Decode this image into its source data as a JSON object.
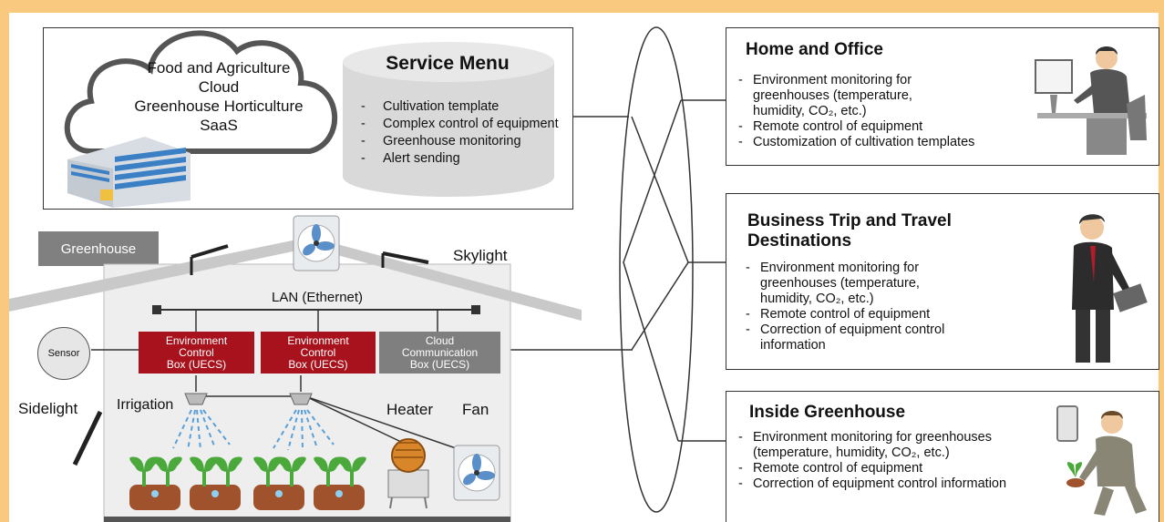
{
  "cloud": {
    "title": "Food and Agriculture\nCloud\nGreenhouse Horticulture\nSaaS"
  },
  "service_menu": {
    "title": "Service Menu",
    "items": [
      "Cultivation template",
      "Complex control of equipment",
      "Greenhouse monitoring",
      "Alert sending"
    ]
  },
  "greenhouse": {
    "label": "Greenhouse",
    "skylight": "Skylight",
    "sidelight": "Sidelight",
    "lan": "LAN (Ethernet)",
    "sensor": "Sensor",
    "irrigation": "Irrigation",
    "heater": "Heater",
    "fan": "Fan",
    "boxes": [
      {
        "label": "Environment\nControl\nBox (UECS)",
        "color": "#a8121c"
      },
      {
        "label": "Environment\nControl\nBox (UECS)",
        "color": "#a8121c"
      },
      {
        "label": "Cloud\nCommunication\nBox (UECS)",
        "color": "#7f7f7f"
      }
    ]
  },
  "destinations": [
    {
      "title": "Home and Office",
      "items": [
        "Environment monitoring for greenhouses (temperature, humidity, CO₂, etc.)",
        "Remote control of equipment",
        "Customization of cultivation templates"
      ]
    },
    {
      "title": "Business Trip and Travel Destinations",
      "items": [
        "Environment monitoring for greenhouses (temperature, humidity, CO₂, etc.)",
        "Remote control of equipment",
        "Correction of equipment control information"
      ]
    },
    {
      "title": "Inside Greenhouse",
      "items": [
        "Environment monitoring for greenhouses (temperature, humidity, CO₂, etc.)",
        "Remote control of equipment",
        "Correction of equipment control information"
      ]
    }
  ],
  "colors": {
    "frame": "#f8c97e",
    "control_box": "#a8121c",
    "cloud_box": "#7f7f7f",
    "building": "#3b7fc4",
    "leaf": "#4aa93a",
    "soil": "#a0522d"
  }
}
